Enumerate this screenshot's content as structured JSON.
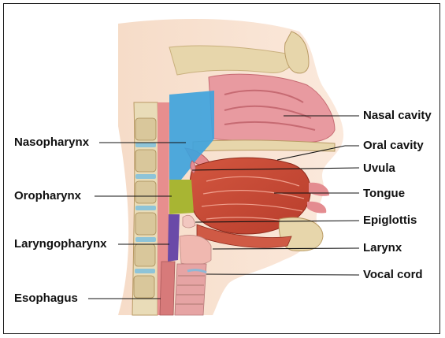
{
  "labels": {
    "left": {
      "nasopharynx": "Nasopharynx",
      "oropharynx": "Oropharynx",
      "laryngopharynx": "Laryngopharynx",
      "esophagus": "Esophagus"
    },
    "right": {
      "nasal_cavity": "Nasal cavity",
      "oral_cavity": "Oral cavity",
      "uvula": "Uvula",
      "tongue": "Tongue",
      "epiglottis": "Epiglottis",
      "larynx": "Larynx",
      "vocal_cord": "Vocal cord"
    }
  },
  "colors": {
    "nasopharynx_region": "#3fa3dc",
    "oropharynx_region": "#a8b533",
    "laryngopharynx_region": "#6a4aa8",
    "tissue_pink": "#e79a9a",
    "muscle_red": "#cf4f3a",
    "bone": "#e4d3a8"
  }
}
